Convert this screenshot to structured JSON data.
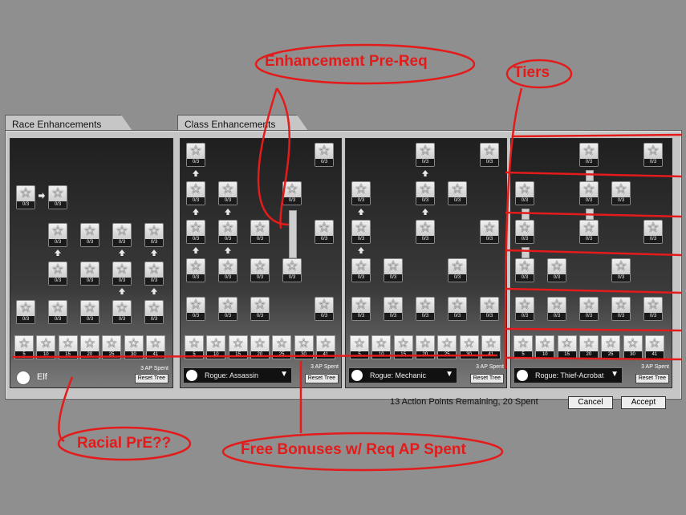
{
  "tabs": {
    "race": "Race Enhancements",
    "class": "Class Enhancements"
  },
  "race_footer": {
    "name": "Elf",
    "spent": "3 AP Spent",
    "reset": "Reset Tree"
  },
  "trees": [
    {
      "name": "Rogue: Assassin",
      "spent": "3 AP Spent",
      "reset": "Reset Tree"
    },
    {
      "name": "Rogue: Mechanic",
      "spent": "3 AP Spent",
      "reset": "Reset Tree"
    },
    {
      "name": "Rogue: Thief-Acrobat",
      "spent": "3 AP Spent",
      "reset": "Reset Tree"
    }
  ],
  "bonus_labels": [
    "5",
    "10",
    "15",
    "20",
    "25",
    "30",
    "41"
  ],
  "node_count": "0/3",
  "status": "13 Action Points Remaining, 20 Spent",
  "buttons": {
    "cancel": "Cancel",
    "accept": "Accept"
  },
  "annotations": {
    "enh_prereq": "Enhancement Pre-Req",
    "tiers": "Tiers",
    "racial": "Racial PrE??",
    "free": "Free Bonuses w/ Req AP Spent"
  },
  "colors": {
    "annotation": "#e31b1b"
  },
  "icons": [
    "star-icon",
    "arrow-up-icon",
    "arrow-right-icon",
    "dropdown-caret-icon",
    "radio-icon"
  ]
}
